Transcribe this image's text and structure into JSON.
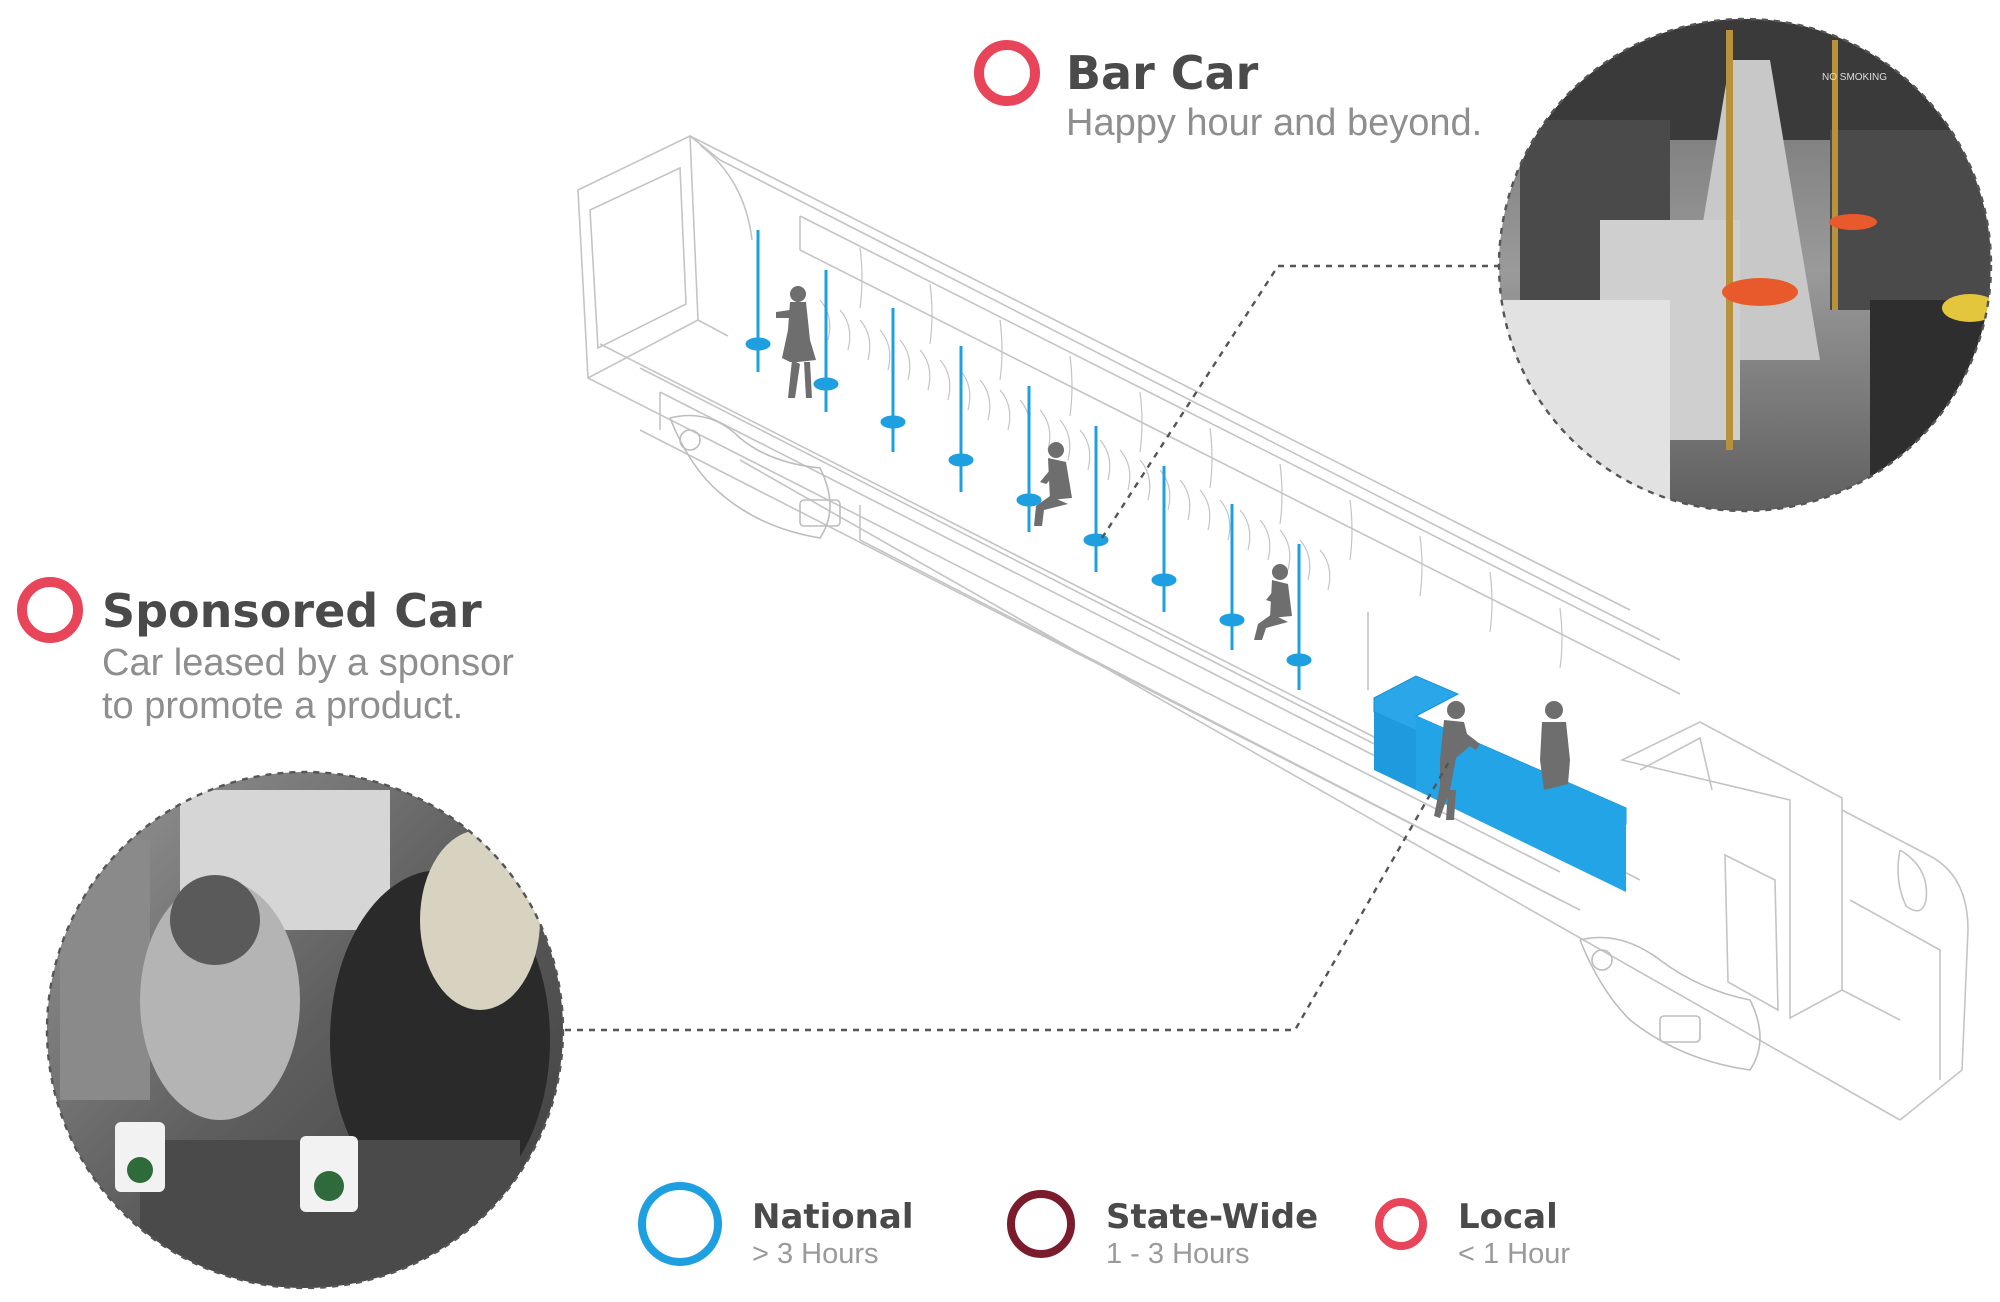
{
  "callouts": {
    "bar_car": {
      "title": "Bar Car",
      "description": "Happy hour and beyond."
    },
    "sponsored_car": {
      "title": "Sponsored Car",
      "description_line1": "Car leased by a sponsor",
      "description_line2": "to promote a product."
    }
  },
  "photo_labels": {
    "bar_car_sign": "NO SMOKING"
  },
  "legend": [
    {
      "name": "National",
      "duration": "> 3 Hours",
      "color": "#1ea0e0"
    },
    {
      "name": "State-Wide",
      "duration": "1 - 3 Hours",
      "color": "#7a1c2c"
    },
    {
      "name": "Local",
      "duration": "< 1 Hour",
      "color": "#e8455a"
    }
  ],
  "colors": {
    "local_marker": "#e8455a",
    "national_fixture": "#1ea0e0",
    "figure": "#6e6e6e",
    "linework": "#c4c4c4"
  },
  "icons": [
    "circle-marker-icon",
    "person-silhouette-icon",
    "pole-icon",
    "photo-inset-icon"
  ]
}
